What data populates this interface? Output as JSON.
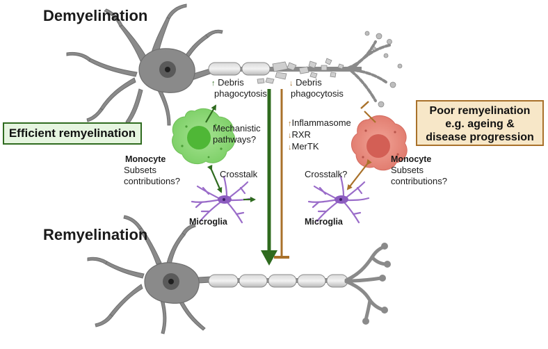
{
  "titles": {
    "top": "Demyelination",
    "bottom": "Remyelination"
  },
  "left": {
    "box_label": "Efficient remyelination",
    "debris_arrow": "↑",
    "debris_line1": "Debris",
    "debris_line2": "phagocytosis",
    "mechanistic_line1": "Mechanistic",
    "mechanistic_line2": "pathways?",
    "monocyte_label": "Monocyte",
    "subsets_line1": "Subsets",
    "subsets_line2": "contributions?",
    "crosstalk_label": "Crosstalk",
    "microglia_label": "Microglia"
  },
  "right": {
    "box_line1": "Poor remyelination",
    "box_line2": "e.g. ageing &",
    "box_line3": "disease progression",
    "debris_arrow": "↓",
    "debris_line1": "Debris",
    "debris_line2": "phagocytosis",
    "inflammasome_arrow": "↑",
    "inflammasome_label": "Inflammasome",
    "rxr_arrow": "↓",
    "rxr_label": "RXR",
    "mertk_arrow": "↓",
    "mertk_label": "MerTK",
    "monocyte_label": "Monocyte",
    "subsets_line1": "Subsets",
    "subsets_line2": "contributions?",
    "crosstalk_label": "Crosstalk?",
    "microglia_label": "Microglia"
  },
  "colors": {
    "green": "#2f6b1f",
    "brown": "#a9712a",
    "neuron_gray": "#8a8a8a",
    "monocyte_green": "#8fd97a",
    "monocyte_red": "#e8857a",
    "microglia_purple": "#9a6cc9",
    "left_box_bg": "#e6f5e0",
    "right_box_bg": "#f7e7c8"
  }
}
